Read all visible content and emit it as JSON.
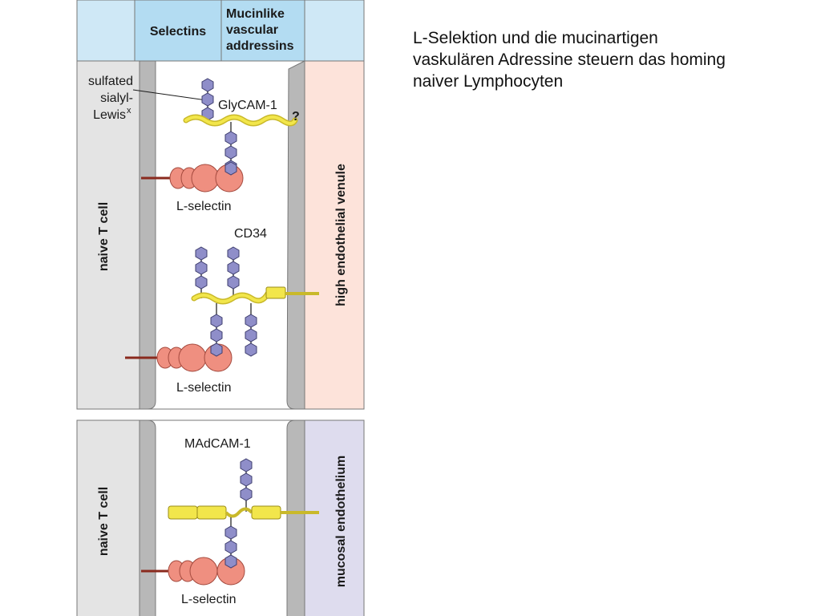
{
  "caption": {
    "line1": "L-Selektion und die mucinartigen",
    "line2": "vaskulären Adressine steuern das homing",
    "line3": "naiver Lymphocyten"
  },
  "header": {
    "selectins": "Selectins",
    "mucinlike_line1": "Mucinlike",
    "mucinlike_line2": "vascular",
    "mucinlike_line3": "addressins"
  },
  "panel_top": {
    "left_cell": "naive T cell",
    "right_cell": "high endothelial venule",
    "sulfated_line1": "sulfated",
    "sulfated_line2": "sialyl-",
    "sulfated_line3": "Lewis",
    "sulfated_sup": "x",
    "glycam": "GlyCAM-1",
    "question": "?",
    "lselectin_1": "L-selectin",
    "cd34": "CD34",
    "lselectin_2": "L-selectin"
  },
  "panel_bottom": {
    "left_cell": "naive T cell",
    "right_cell": "mucosal endothelium",
    "madcam": "MAdCAM-1",
    "lselectin": "L-selectin"
  },
  "colors": {
    "header_blue": "#cfe8f6",
    "header_blue_dark": "#b3dcf2",
    "cell_gray": "#e4e4e4",
    "membrane_gray": "#b8b8b8",
    "hev_pink": "#fde3da",
    "mucosal_lavender": "#dedcee",
    "selectin_salmon": "#ef8f80",
    "sugar_purple": "#8f8ec9",
    "mucin_yellow": "#f2e64b",
    "stalk_red": "#8a2a1e"
  }
}
